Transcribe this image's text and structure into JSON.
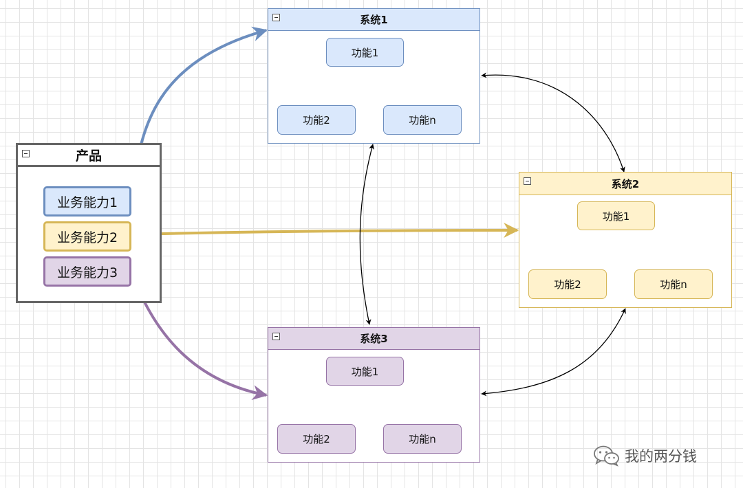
{
  "product": {
    "title": "产品",
    "capabilities": [
      "业务能力1",
      "业务能力2",
      "业务能力3"
    ]
  },
  "systems": [
    {
      "title": "系统1",
      "functions": [
        "功能1",
        "功能2",
        "功能n"
      ],
      "colors": {
        "fill": "#dae8fc",
        "stroke": "#6c8ebf"
      }
    },
    {
      "title": "系统2",
      "functions": [
        "功能1",
        "功能2",
        "功能n"
      ],
      "colors": {
        "fill": "#fff2cc",
        "stroke": "#d6b656"
      }
    },
    {
      "title": "系统3",
      "functions": [
        "功能1",
        "功能2",
        "功能n"
      ],
      "colors": {
        "fill": "#e1d5e7",
        "stroke": "#9673a6"
      }
    }
  ],
  "capability_colors": [
    "#6c8ebf",
    "#d6b656",
    "#9673a6"
  ],
  "product_border_color": "#666666",
  "watermark": {
    "text": "我的两分钱",
    "icon": "wechat-icon"
  }
}
